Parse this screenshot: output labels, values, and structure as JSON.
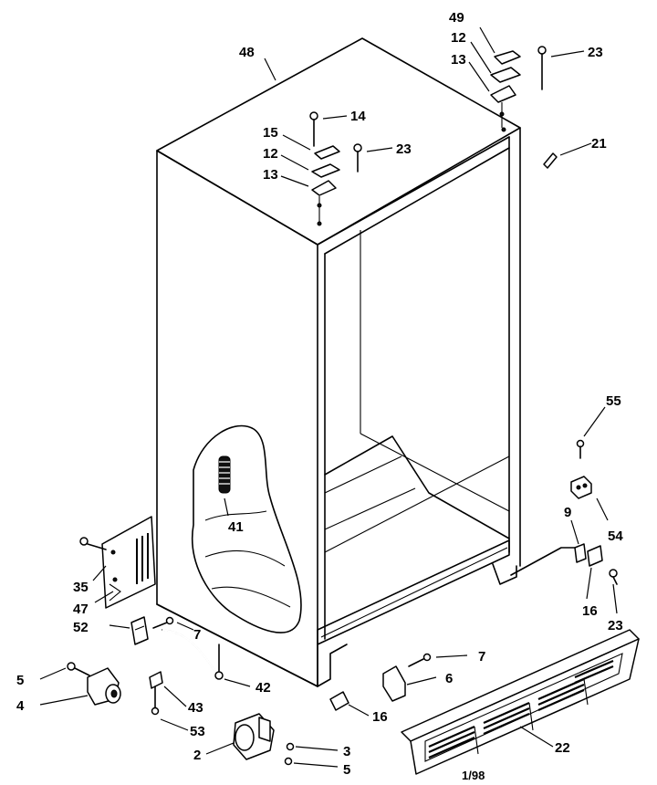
{
  "figure": {
    "footer_code": "1/98"
  },
  "callouts": [
    {
      "id": "c48",
      "text": "48"
    },
    {
      "id": "c49",
      "text": "49"
    },
    {
      "id": "c12a",
      "text": "12"
    },
    {
      "id": "c13a",
      "text": "13"
    },
    {
      "id": "c23a",
      "text": "23"
    },
    {
      "id": "c14",
      "text": "14"
    },
    {
      "id": "c15",
      "text": "15"
    },
    {
      "id": "c12b",
      "text": "12"
    },
    {
      "id": "c13b",
      "text": "13"
    },
    {
      "id": "c23b",
      "text": "23"
    },
    {
      "id": "c21",
      "text": "21"
    },
    {
      "id": "c55",
      "text": "55"
    },
    {
      "id": "c41",
      "text": "41"
    },
    {
      "id": "c54",
      "text": "54"
    },
    {
      "id": "c9",
      "text": "9"
    },
    {
      "id": "c35",
      "text": "35"
    },
    {
      "id": "c47",
      "text": "47"
    },
    {
      "id": "c52",
      "text": "52"
    },
    {
      "id": "c7a",
      "text": "7"
    },
    {
      "id": "c16a",
      "text": "16"
    },
    {
      "id": "c23c",
      "text": "23"
    },
    {
      "id": "c7b",
      "text": "7"
    },
    {
      "id": "c6",
      "text": "6"
    },
    {
      "id": "c5a",
      "text": "5"
    },
    {
      "id": "c42",
      "text": "42"
    },
    {
      "id": "c4",
      "text": "4"
    },
    {
      "id": "c43",
      "text": "43"
    },
    {
      "id": "c16b",
      "text": "16"
    },
    {
      "id": "c53",
      "text": "53"
    },
    {
      "id": "c22",
      "text": "22"
    },
    {
      "id": "c3",
      "text": "3"
    },
    {
      "id": "c2",
      "text": "2"
    },
    {
      "id": "c5b",
      "text": "5"
    }
  ]
}
